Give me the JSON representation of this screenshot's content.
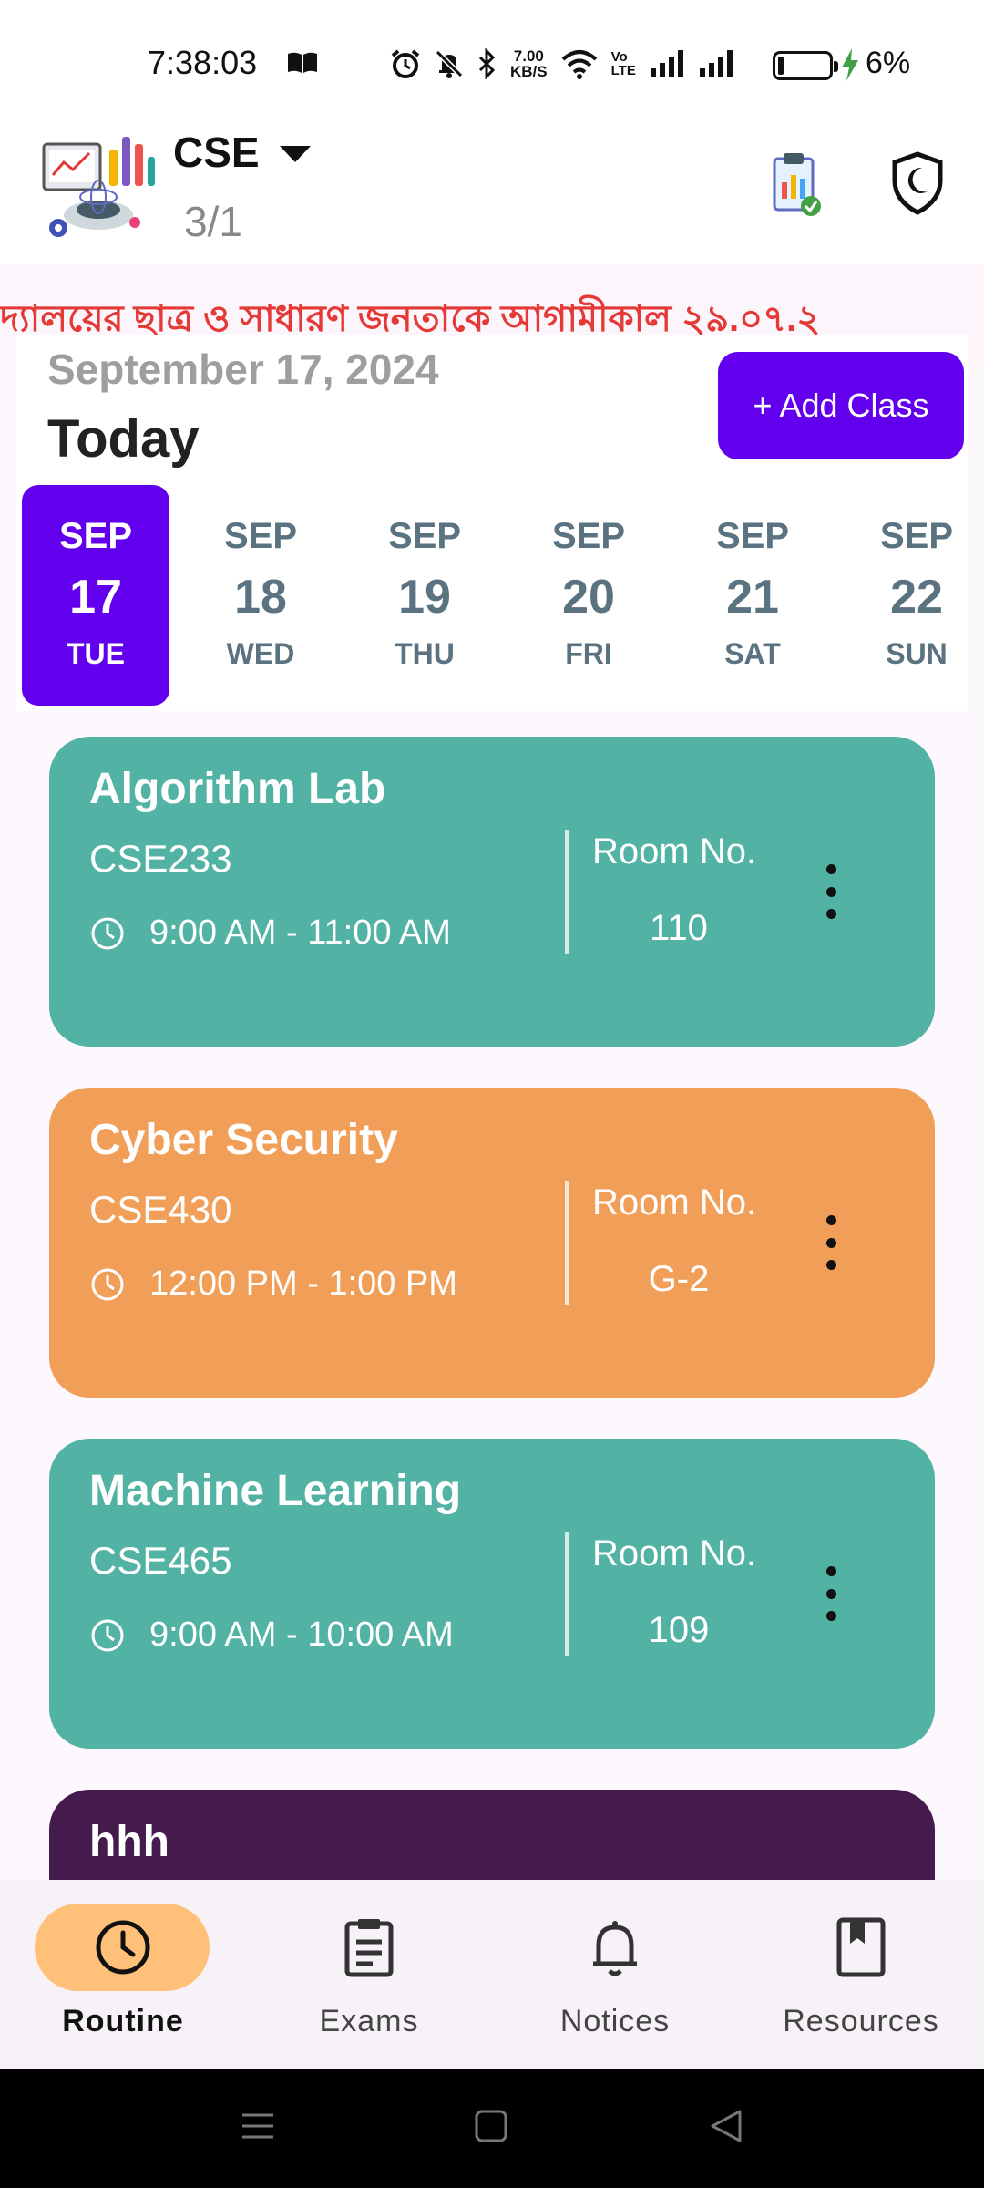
{
  "status_bar": {
    "time": "7:38:03",
    "net_speed_value": "7.00",
    "net_speed_unit": "KB/S",
    "volte_top": "Vo",
    "volte_bottom": "LTE",
    "battery": "6%"
  },
  "header": {
    "department": "CSE",
    "semester": "3/1"
  },
  "marquee": {
    "text": "দ্যালয়ের ছাত্র ও সাধারণ জনতাকে  আগামীকাল ২৯.০৭.২"
  },
  "date_section": {
    "date": "September 17, 2024",
    "today": "Today",
    "add_class_label": "+ Add Class"
  },
  "days": [
    {
      "month": "SEP",
      "day": "17",
      "weekday": "TUE",
      "selected": true
    },
    {
      "month": "SEP",
      "day": "18",
      "weekday": "WED",
      "selected": false
    },
    {
      "month": "SEP",
      "day": "19",
      "weekday": "THU",
      "selected": false
    },
    {
      "month": "SEP",
      "day": "20",
      "weekday": "FRI",
      "selected": false
    },
    {
      "month": "SEP",
      "day": "21",
      "weekday": "SAT",
      "selected": false
    },
    {
      "month": "SEP",
      "day": "22",
      "weekday": "SUN",
      "selected": false
    }
  ],
  "classes": [
    {
      "title": "Algorithm Lab",
      "code": "CSE233",
      "time": "9:00 AM - 11:00 AM",
      "room_label": "Room No.",
      "room": "110",
      "color": "#52b2a4"
    },
    {
      "title": "Cyber Security",
      "code": "CSE430",
      "time": "12:00 PM - 1:00 PM",
      "room_label": "Room No.",
      "room": "G-2",
      "color": "#f19f58"
    },
    {
      "title": "Machine Learning",
      "code": "CSE465",
      "time": "9:00 AM - 10:00 AM",
      "room_label": "Room No.",
      "room": "109",
      "color": "#52b2a4"
    },
    {
      "title": "hhh",
      "color": "#451a4d"
    }
  ],
  "bottom_nav": {
    "items": [
      {
        "label": "Routine",
        "icon": "clock-icon",
        "active": true
      },
      {
        "label": "Exams",
        "icon": "clipboard-icon",
        "active": false
      },
      {
        "label": "Notices",
        "icon": "bell-icon",
        "active": false
      },
      {
        "label": "Resources",
        "icon": "bookmark-book-icon",
        "active": false
      }
    ]
  },
  "colors": {
    "accent": "#6200ee",
    "active_nav_pill": "#ffc17a",
    "marquee_text": "#e53935"
  }
}
